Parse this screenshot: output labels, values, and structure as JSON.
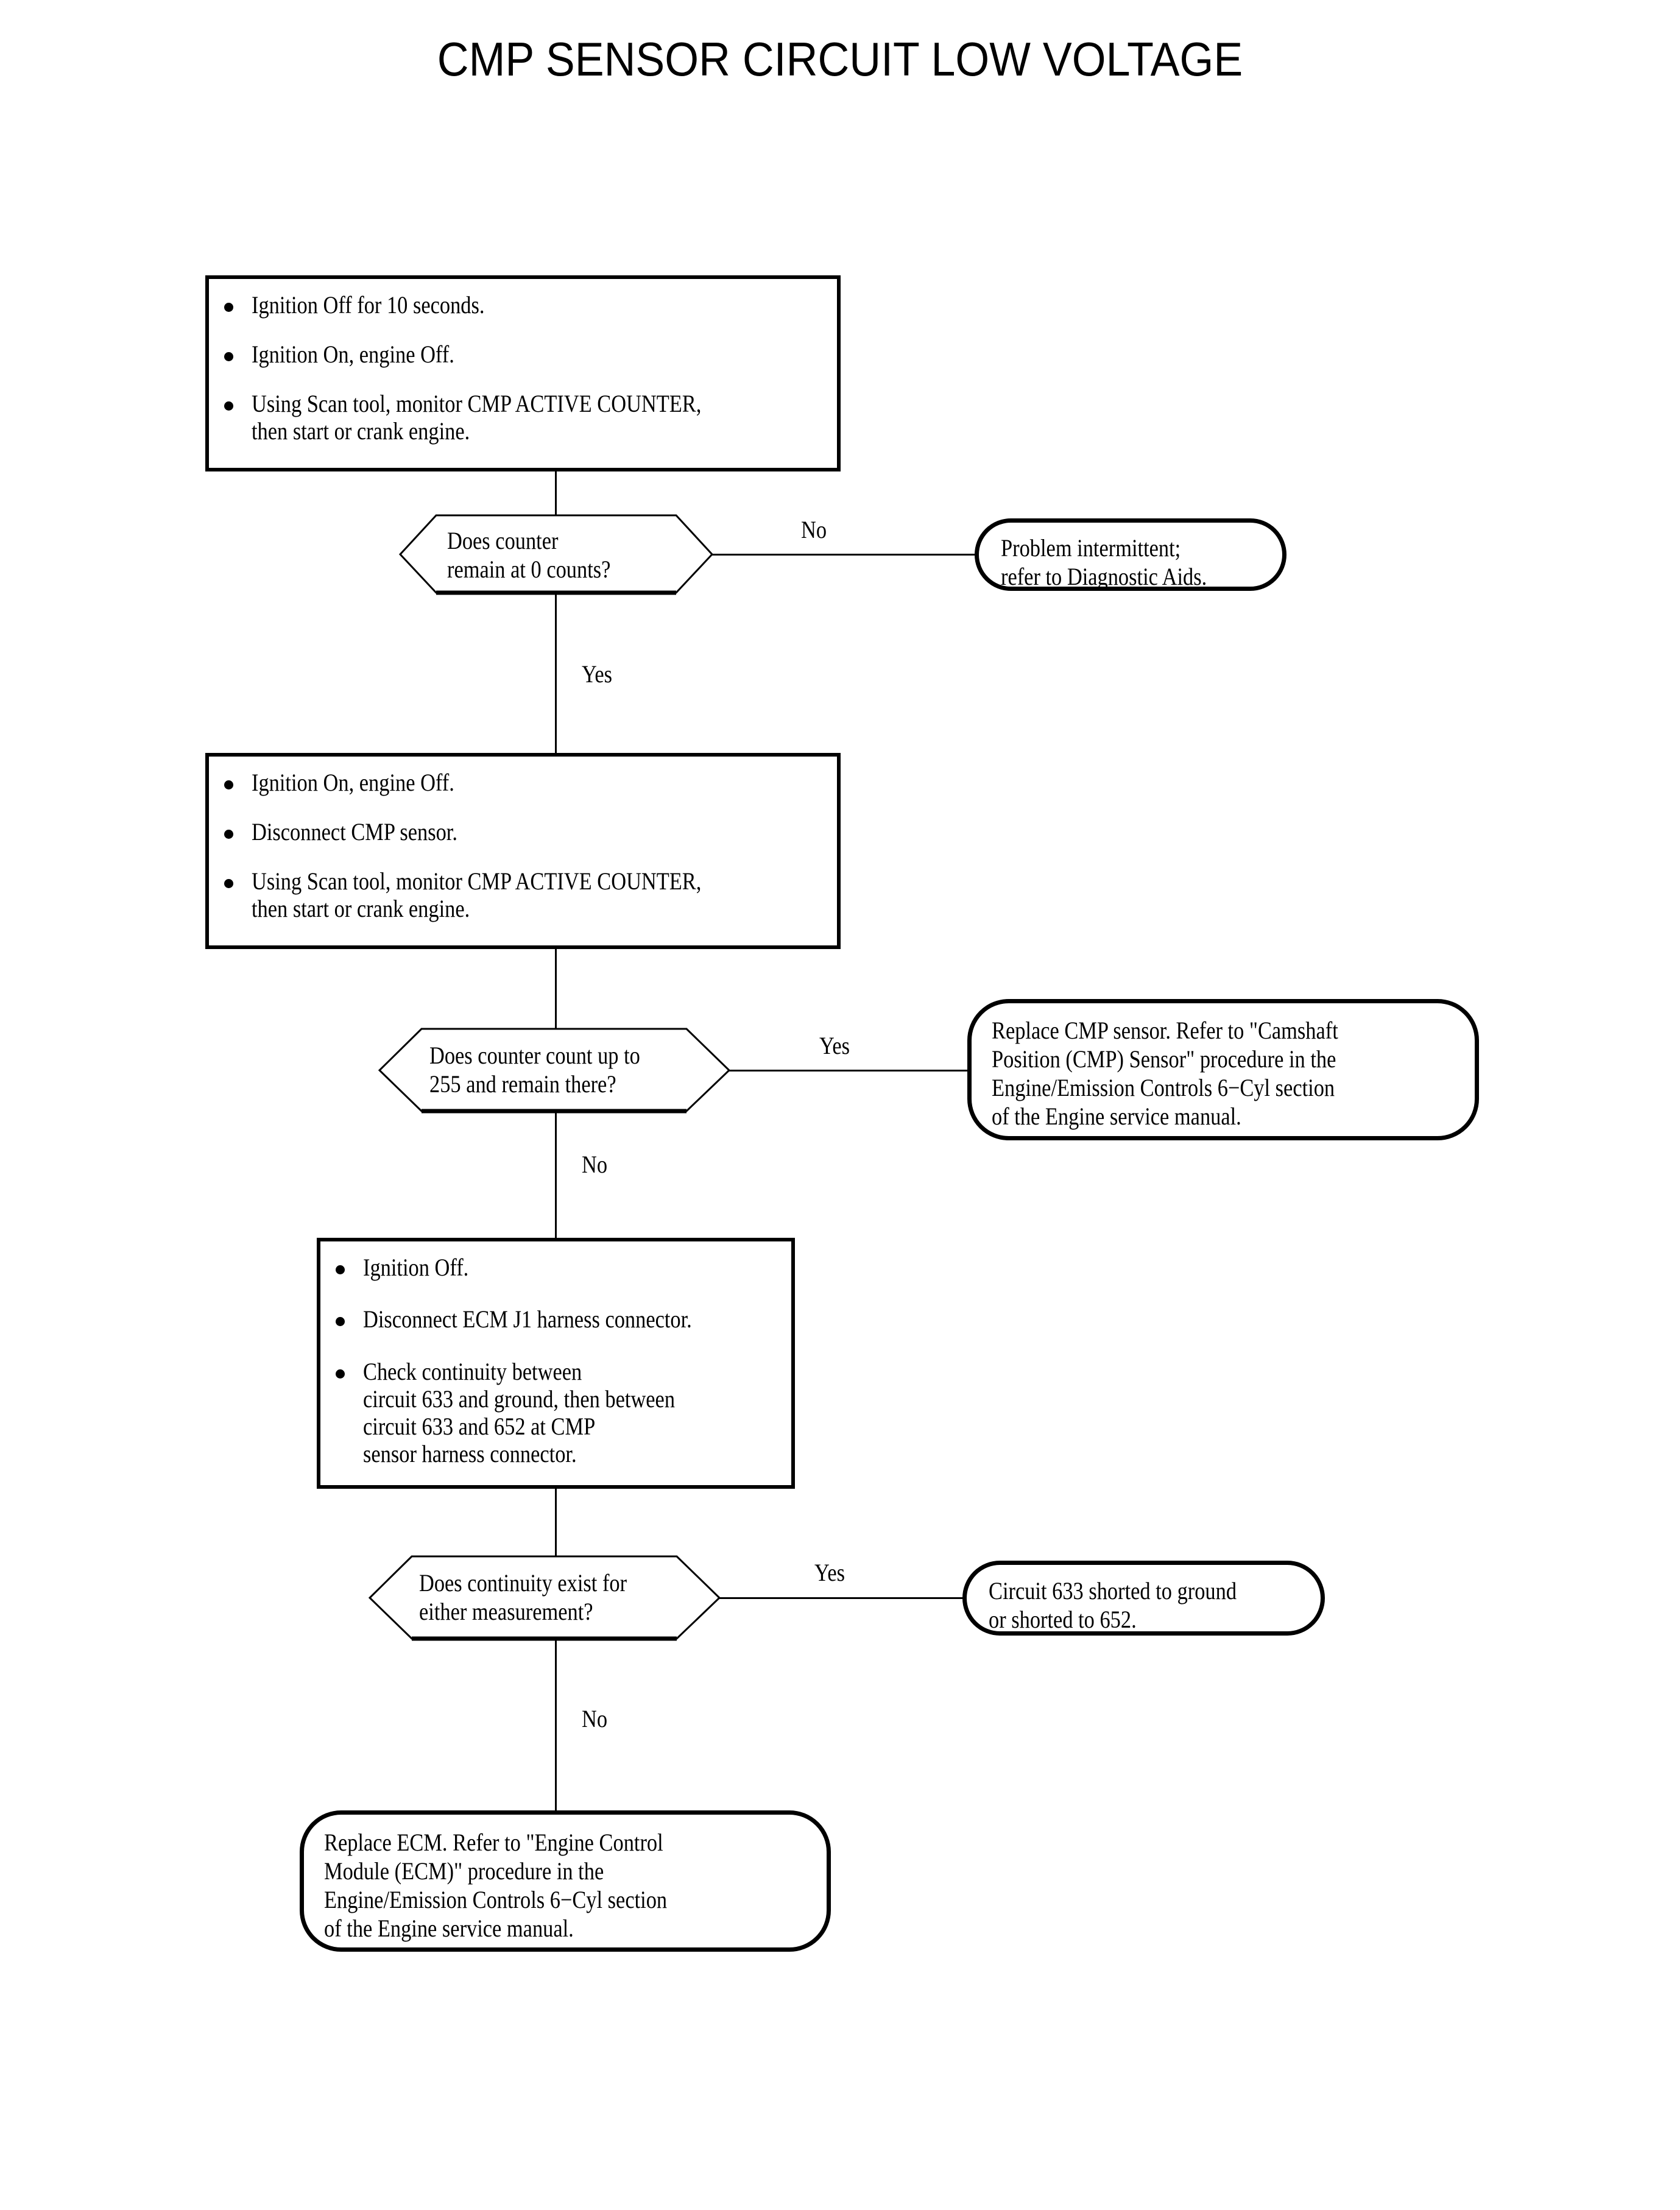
{
  "page": {
    "title": "CMP SENSOR CIRCUIT LOW VOLTAGE",
    "background_color": "#ffffff",
    "line_color": "#000000"
  },
  "flowchart": {
    "type": "diagnostic-flowchart",
    "steps": [
      {
        "id": "step-1",
        "shape": "process",
        "bullets": [
          "Ignition Off for 10 seconds.",
          "Ignition On, engine Off.",
          "Using Scan tool, monitor CMP ACTIVE COUNTER,\nthen start or crank engine."
        ]
      },
      {
        "id": "decision-1",
        "shape": "decision",
        "question": "Does counter\nremain at 0 counts?",
        "branches": [
          {
            "label": "No",
            "direction": "right",
            "target": "terminator-1"
          },
          {
            "label": "Yes",
            "direction": "down",
            "target": "step-2"
          }
        ]
      },
      {
        "id": "terminator-1",
        "shape": "terminator",
        "text": "Problem intermittent;\nrefer to Diagnostic Aids."
      },
      {
        "id": "step-2",
        "shape": "process",
        "bullets": [
          "Ignition On, engine Off.",
          "Disconnect CMP sensor.",
          "Using Scan tool, monitor CMP ACTIVE COUNTER,\nthen start or crank engine."
        ]
      },
      {
        "id": "decision-2",
        "shape": "decision",
        "question": "Does counter count up to\n255 and remain there?",
        "branches": [
          {
            "label": "Yes",
            "direction": "right",
            "target": "terminator-2"
          },
          {
            "label": "No",
            "direction": "down",
            "target": "step-3"
          }
        ]
      },
      {
        "id": "terminator-2",
        "shape": "terminator",
        "text": "Replace CMP sensor. Refer to \"Camshaft\nPosition (CMP) Sensor\" procedure in the\nEngine/Emission Controls 6−Cyl section\nof the Engine service manual."
      },
      {
        "id": "step-3",
        "shape": "process",
        "bullets": [
          "Ignition Off.",
          "Disconnect ECM J1 harness connector.",
          "Check continuity between\ncircuit 633 and ground, then between\ncircuit 633 and 652 at CMP\nsensor harness connector."
        ]
      },
      {
        "id": "decision-3",
        "shape": "decision",
        "question": "Does continuity exist for\neither measurement?",
        "branches": [
          {
            "label": "Yes",
            "direction": "right",
            "target": "terminator-3"
          },
          {
            "label": "No",
            "direction": "down",
            "target": "terminator-4"
          }
        ]
      },
      {
        "id": "terminator-3",
        "shape": "terminator",
        "text": "Circuit 633 shorted to ground\nor shorted to 652."
      },
      {
        "id": "terminator-4",
        "shape": "terminator",
        "text": "Replace ECM. Refer to \"Engine Control\nModule (ECM)\" procedure in the\nEngine/Emission Controls 6−Cyl section\nof the Engine service manual."
      }
    ],
    "branch_labels": {
      "d1_no": "No",
      "d1_yes": "Yes",
      "d2_yes": "Yes",
      "d2_no": "No",
      "d3_yes": "Yes",
      "d3_no": "No"
    }
  }
}
